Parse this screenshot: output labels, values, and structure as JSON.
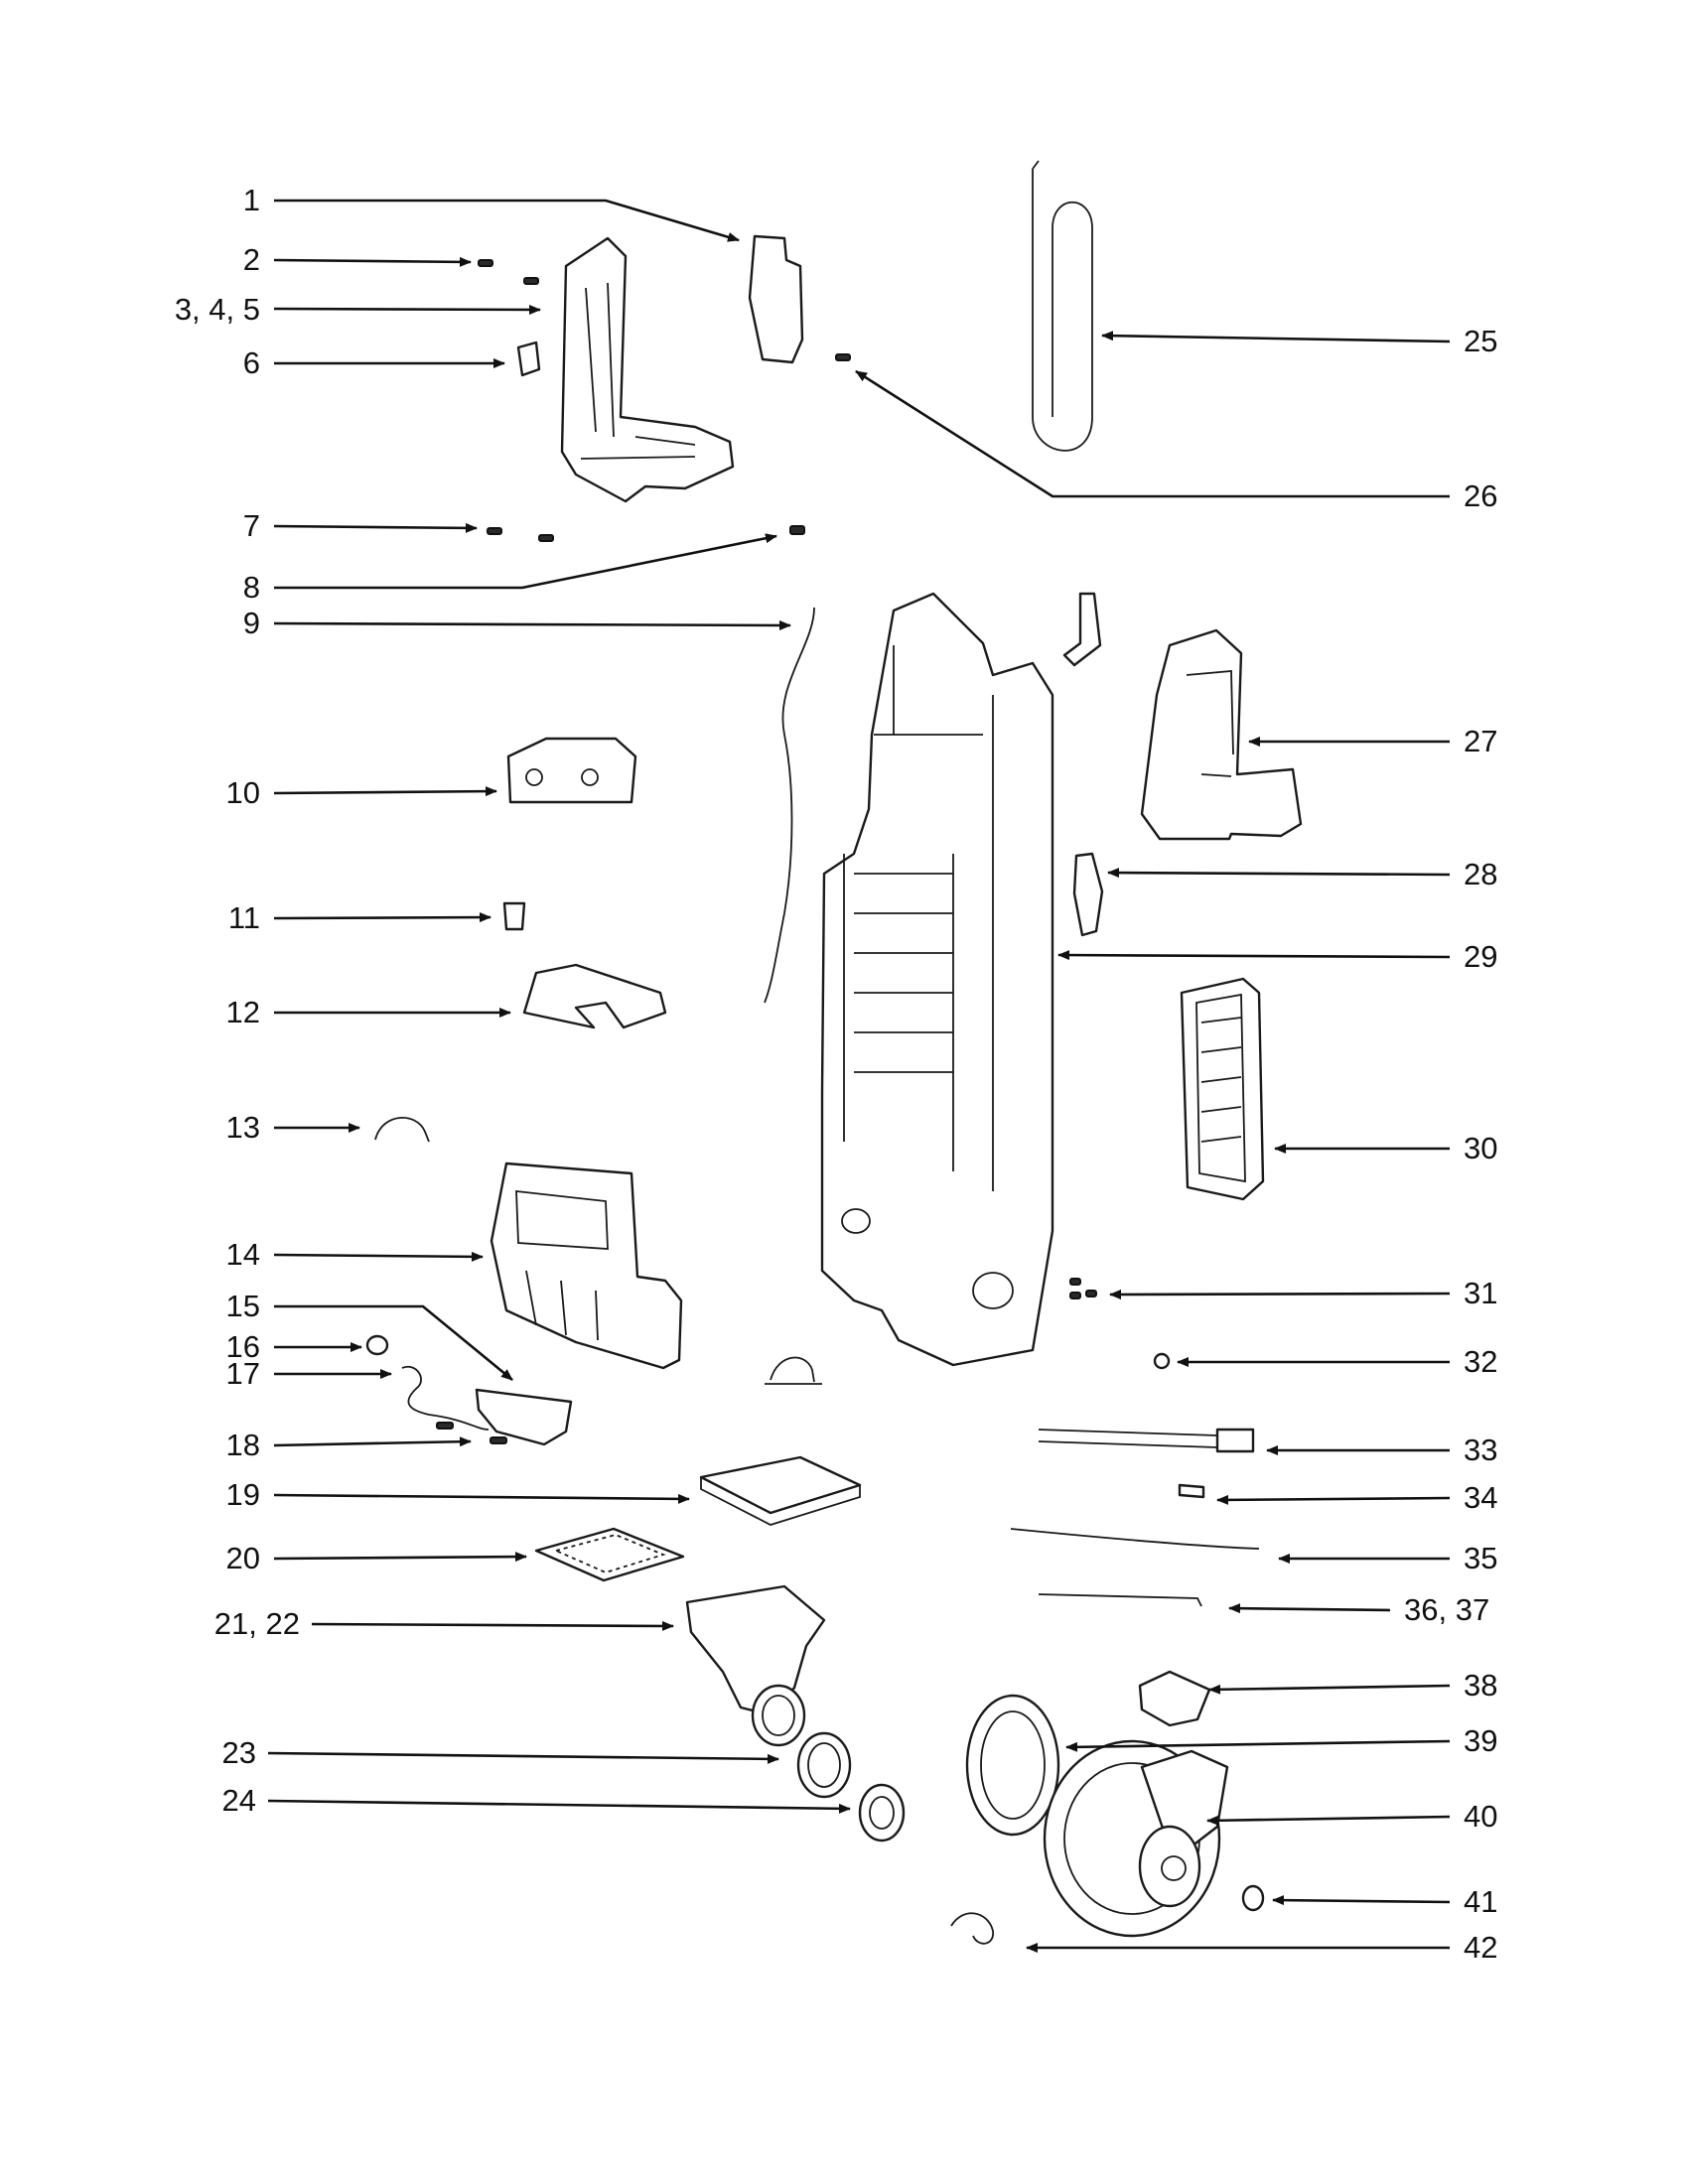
{
  "diagram": {
    "type": "exploded parts diagram",
    "callouts": [
      "1",
      "2",
      "3, 4, 5",
      "6",
      "7",
      "8",
      "9",
      "10",
      "11",
      "12",
      "13",
      "14",
      "15",
      "16",
      "17",
      "18",
      "19",
      "20",
      "21, 22",
      "23",
      "24",
      "25",
      "26",
      "27",
      "28",
      "29",
      "30",
      "31",
      "32",
      "33",
      "34",
      "35",
      "36, 37",
      "38",
      "39",
      "40",
      "41",
      "42"
    ]
  },
  "colors": {
    "line": "#111111",
    "background": "#ffffff"
  }
}
